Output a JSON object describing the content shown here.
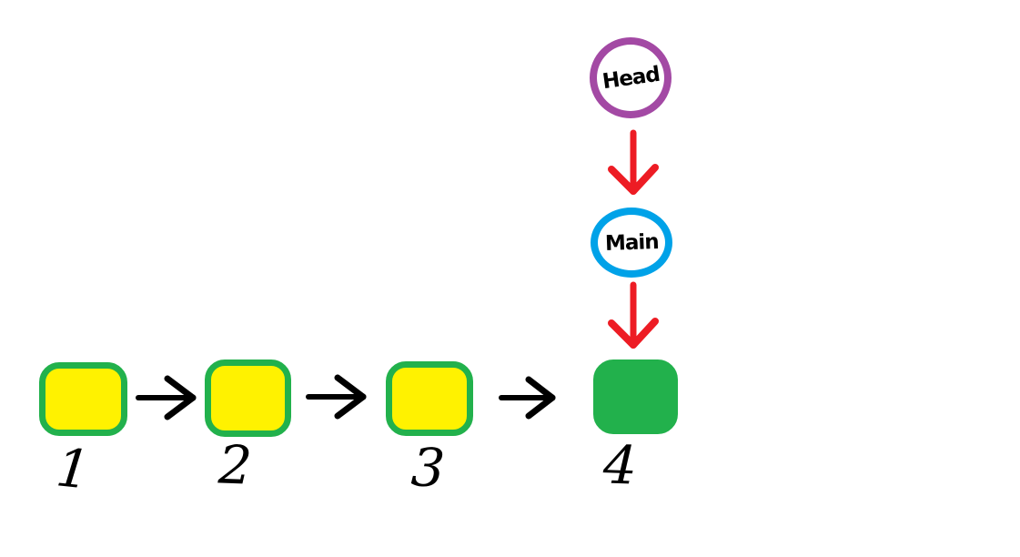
{
  "canvas": {
    "background": "#FFFFFF"
  },
  "diagram": {
    "pointers": [
      {
        "id": "head",
        "label": "Head",
        "ring_color": "#A349A4"
      },
      {
        "id": "main",
        "label": "Main",
        "ring_color": "#00A2E8"
      }
    ],
    "arrows": {
      "pointer_color": "#ED1C24",
      "link_color": "#000000",
      "pointer_links": [
        {
          "from": "Head",
          "to": "Main"
        },
        {
          "from": "Main",
          "to": "4"
        }
      ],
      "node_links": [
        {
          "from": "1",
          "to": "2"
        },
        {
          "from": "2",
          "to": "3"
        },
        {
          "from": "3",
          "to": "4"
        }
      ]
    },
    "nodes": [
      {
        "label": "1",
        "fill": "#FFF200",
        "border": "#22B14C"
      },
      {
        "label": "2",
        "fill": "#FFF200",
        "border": "#22B14C"
      },
      {
        "label": "3",
        "fill": "#FFF200",
        "border": "#22B14C"
      },
      {
        "label": "4",
        "fill": "#22B14C",
        "border": "#22B14C"
      }
    ],
    "text_color": "#000000"
  }
}
